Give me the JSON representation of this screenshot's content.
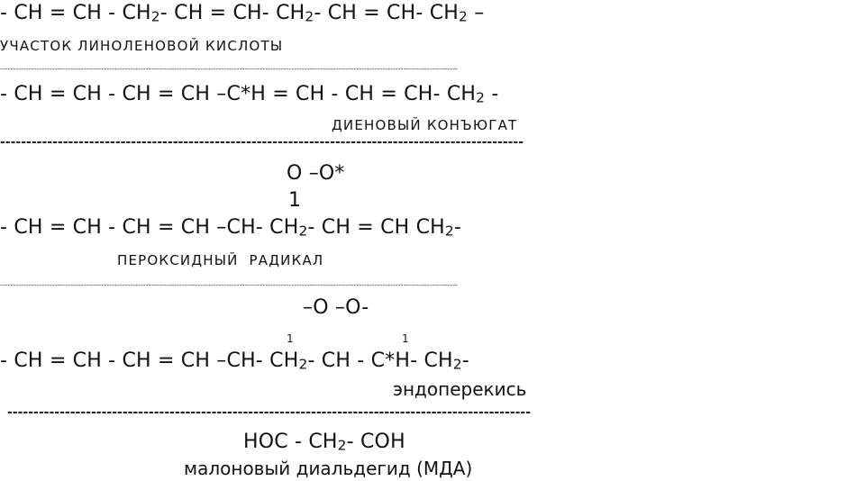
{
  "line1": {
    "a": "- CH = CH - CH",
    "b": "- CH = CH- CH",
    "c": "- CH = CH- CH",
    "d": " –"
  },
  "caption1": "УЧАСТОК ЛИНОЛЕНОВОЙ КИСЛОТЫ",
  "line2": {
    "a": "- CH = CH - CH = CH –C*H = CH - CH = CH- CH",
    "b": " -"
  },
  "caption2": "ДИЕНОВЫЙ КОНЪЮГАТ",
  "oo1": "O –O*",
  "bond1": "1",
  "line3": {
    "a": "- CH = CH - CH = CH –CH- CH",
    "b": "- CH = CH CH",
    "c": "-"
  },
  "caption3": "ПЕРОКСИДНЫЙ  РАДИКАЛ",
  "oo2": "–O –O-",
  "bond2a": "1",
  "bond2b": "1",
  "line4": {
    "a": "- CH = CH - CH = CH –CH- CH",
    "b": "- CH - C*H- CH",
    "c": "-"
  },
  "caption4": "эндоперекись",
  "line5": {
    "a": "HOC - CH",
    "b": "- COH"
  },
  "caption5": "малоновый диальдегид (МДА)",
  "sub2": "2",
  "dashes_thin": "--------------------------------------------------------------------------------------------------------------------------------------------------------------------------------",
  "dashes_bold": "----------------------------------------------------------------------------------------------------"
}
